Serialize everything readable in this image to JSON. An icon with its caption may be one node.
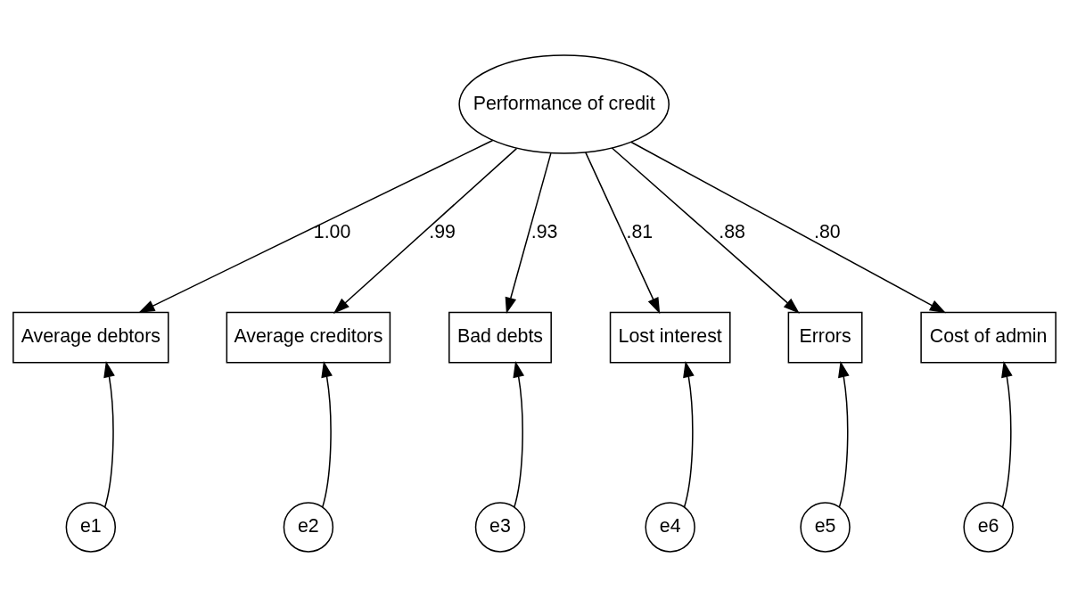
{
  "diagram": {
    "nodes": [
      {
        "text": [
          "Performance of credit"
        ]
      },
      {
        "text": [
          "Average debtors"
        ]
      },
      {
        "text": [
          "Average creditors"
        ]
      },
      {
        "text": [
          "Bad debts"
        ]
      },
      {
        "text": [
          "Lost interest"
        ]
      },
      {
        "text": [
          "Errors"
        ]
      },
      {
        "text": [
          "Cost of admin"
        ]
      },
      {
        "text": [
          "e1"
        ]
      },
      {
        "text": [
          "e2"
        ]
      },
      {
        "text": [
          "e3"
        ]
      },
      {
        "text": [
          "e4"
        ]
      },
      {
        "text": [
          "e5"
        ]
      },
      {
        "text": [
          "e6"
        ]
      }
    ],
    "edges": [
      {
        "from": 0,
        "to": 1,
        "arrow": "to",
        "label": "1.00"
      },
      {
        "from": 0,
        "to": 2,
        "arrow": "to",
        "label": ".99"
      },
      {
        "from": 0,
        "to": 3,
        "arrow": "to",
        "label": ".93"
      },
      {
        "from": 0,
        "to": 4,
        "arrow": "to",
        "label": ".81"
      },
      {
        "from": 0,
        "to": 5,
        "arrow": "to",
        "label": ".88"
      },
      {
        "from": 0,
        "to": 6,
        "arrow": "to",
        "label": ".80"
      },
      {
        "from": 7,
        "to": 1,
        "arrow": "to"
      },
      {
        "from": 8,
        "to": 2,
        "arrow": "to"
      },
      {
        "from": 9,
        "to": 3,
        "arrow": "to"
      },
      {
        "from": 10,
        "to": 4,
        "arrow": "to"
      },
      {
        "from": 11,
        "to": 5,
        "arrow": "to"
      },
      {
        "from": 12,
        "to": 6,
        "arrow": "to"
      }
    ]
  }
}
